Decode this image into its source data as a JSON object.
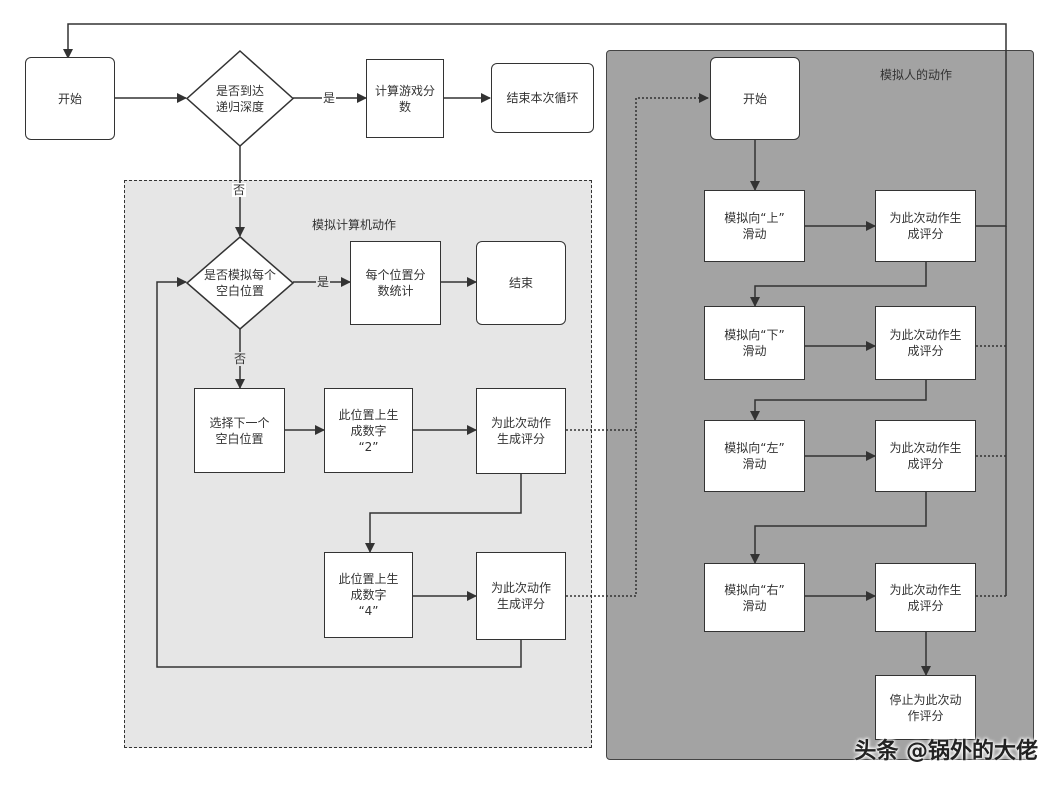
{
  "containers": {
    "computer_title": "模拟计算机动作",
    "human_title": "模拟人的动作"
  },
  "nodes": {
    "start_main": "开始",
    "decision_depth": "是否到达\n递归深度",
    "calc_score": "计算游戏分\n数",
    "end_loop": "结束本次循环",
    "decision_each": "是否模拟每个\n空白位置",
    "position_stats": "每个位置分\n数统计",
    "end_comp": "结束",
    "select_next": "选择下一个\n空白位置",
    "gen_2": "此位置上生\n成数字\n“2”",
    "score_2": "为此次动作\n生成评分",
    "gen_4": "此位置上生\n成数字\n“4”",
    "score_4": "为此次动作\n生成评分",
    "start_human": "开始",
    "sim_up": "模拟向“上”\n滑动",
    "score_up": "为此次动作生\n成评分",
    "sim_down": "模拟向“下”\n滑动",
    "score_down": "为此次动作生\n成评分",
    "sim_left": "模拟向“左”\n滑动",
    "score_left": "为此次动作生\n成评分",
    "sim_right": "模拟向“右”\n滑动",
    "score_right": "为此次动作生\n成评分",
    "stop_score": "停止为此次动\n作评分"
  },
  "edge_labels": {
    "yes_depth": "是",
    "no_depth": "否",
    "yes_each": "是",
    "no_each": "否"
  },
  "watermark": "头条 @锅外的大佬",
  "colors": {
    "computer_bg": "#e6e6e6",
    "human_bg": "#a3a3a3",
    "stroke": "#333333"
  }
}
